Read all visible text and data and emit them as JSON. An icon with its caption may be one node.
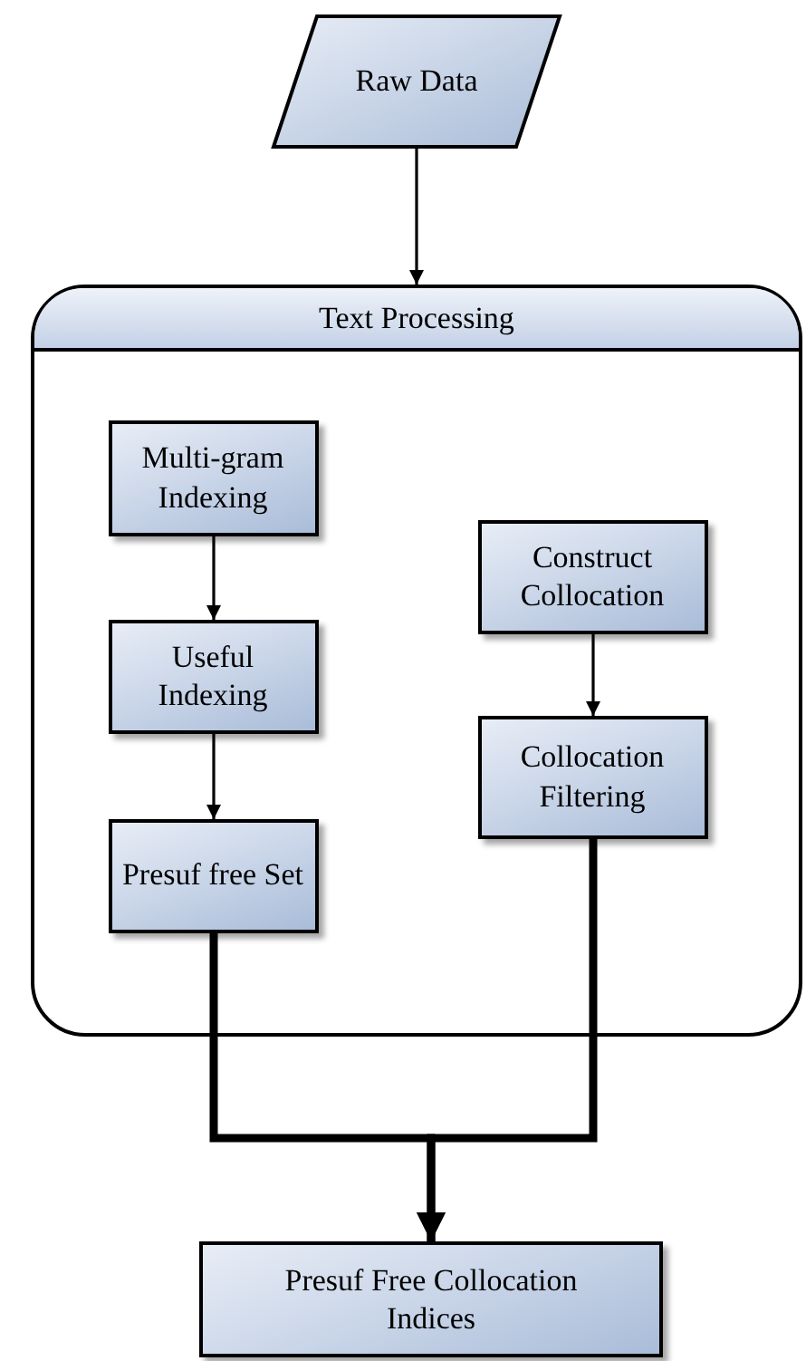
{
  "diagram": {
    "nodes": [
      {
        "text": [
          "Raw Data"
        ]
      },
      {
        "text": [
          "Text Processing"
        ]
      },
      {
        "text": [
          "Multi-gram Indexing"
        ],
        "in": 1
      },
      {
        "text": [
          "Useful Indexing"
        ],
        "in": 1
      },
      {
        "text": [
          "Presuf free Set"
        ],
        "in": 1
      },
      {
        "text": [
          "Construct Collocation"
        ],
        "in": 1
      },
      {
        "text": [
          "Collocation Filtering"
        ],
        "in": 1
      },
      {
        "text": [
          "Presuf Free Collocation Indices"
        ]
      }
    ],
    "edges": [
      {
        "from": 0,
        "to": 1,
        "arrow": "to"
      },
      {
        "from": 2,
        "to": 3,
        "arrow": "to"
      },
      {
        "from": 3,
        "to": 4,
        "arrow": "to"
      },
      {
        "from": 5,
        "to": 6,
        "arrow": "to"
      },
      {
        "from": 4,
        "to": 7,
        "arrow": "to",
        "style": "thick"
      },
      {
        "from": 6,
        "to": 7,
        "arrow": "to",
        "style": "thick"
      }
    ]
  }
}
